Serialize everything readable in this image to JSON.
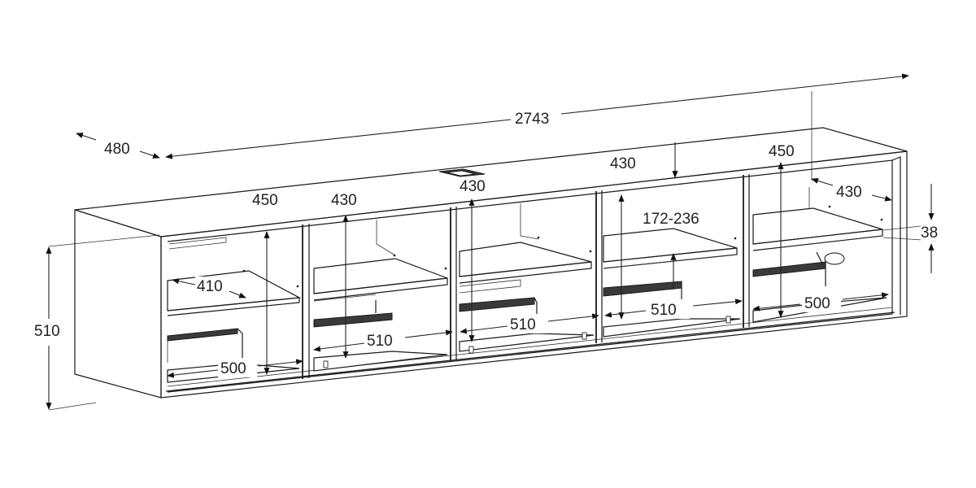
{
  "dimensions": {
    "total_width": "2743",
    "depth": "480",
    "height": "510",
    "compartment_1_height": "450",
    "compartment_1_shelf_depth": "410",
    "compartment_1_base_depth": "500",
    "compartment_2_height": "430",
    "compartment_2_base_depth": "510",
    "compartment_3_height": "430",
    "compartment_3_base_depth": "510",
    "compartment_4_height": "430",
    "compartment_4_adjustable": "172-236",
    "compartment_4_base_depth": "510",
    "compartment_5_height": "450",
    "compartment_5_inner_width": "430",
    "compartment_5_base_depth": "500",
    "top_thickness": "38"
  }
}
